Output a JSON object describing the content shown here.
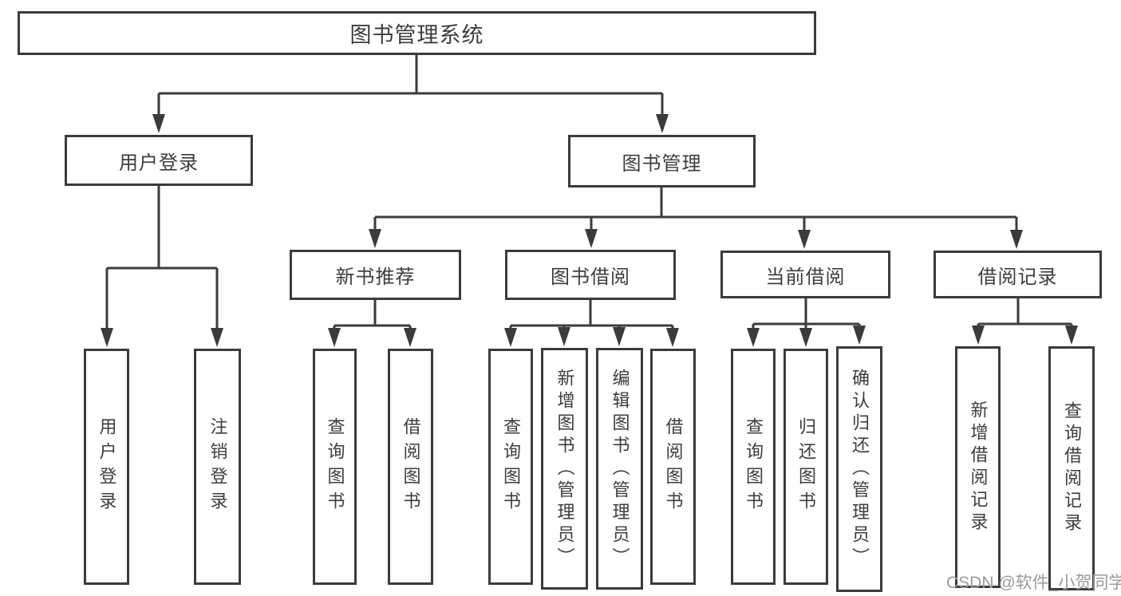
{
  "diagram": {
    "title": "图书管理系统",
    "type": "hierarchy-tree",
    "colors": {
      "line": "#3b3b3b",
      "border": "#3b3b3b",
      "text": "#3d3d3d",
      "background": "#ffffff",
      "watermark": "#9b9b9b"
    },
    "watermark": "CSDN @软件_小贺同学",
    "nodes": {
      "root": {
        "label": "图书管理系统"
      },
      "user_login": {
        "label": "用户登录"
      },
      "book_mgmt": {
        "label": "图书管理"
      },
      "new_book_rec": {
        "label": "新书推荐"
      },
      "book_borrow": {
        "label": "图书借阅"
      },
      "current_borrow": {
        "label": "当前借阅"
      },
      "borrow_records": {
        "label": "借阅记录"
      },
      "leaf_user_login": {
        "label": "用户登录"
      },
      "leaf_logout": {
        "label": "注销登录"
      },
      "leaf_nb_query": {
        "label": "查询图书"
      },
      "leaf_nb_borrow": {
        "label": "借阅图书"
      },
      "leaf_bb_query": {
        "label": "查询图书"
      },
      "leaf_bb_add": {
        "label": "新增图书（管理员）"
      },
      "leaf_bb_edit": {
        "label": "编辑图书（管理员）"
      },
      "leaf_bb_borrow": {
        "label": "借阅图书"
      },
      "leaf_cb_query": {
        "label": "查询图书"
      },
      "leaf_cb_return": {
        "label": "归还图书"
      },
      "leaf_cb_confirm": {
        "label": "确认归还（管理员）"
      },
      "leaf_br_add": {
        "label": "新增借阅记录"
      },
      "leaf_br_query": {
        "label": "查询借阅记录"
      }
    },
    "hierarchy": {
      "图书管理系统": {
        "用户登录": [
          "用户登录",
          "注销登录"
        ],
        "图书管理": {
          "新书推荐": [
            "查询图书",
            "借阅图书"
          ],
          "图书借阅": [
            "查询图书",
            "新增图书（管理员）",
            "编辑图书（管理员）",
            "借阅图书"
          ],
          "当前借阅": [
            "查询图书",
            "归还图书",
            "确认归还（管理员）"
          ],
          "借阅记录": [
            "新增借阅记录",
            "查询借阅记录"
          ]
        }
      }
    }
  }
}
